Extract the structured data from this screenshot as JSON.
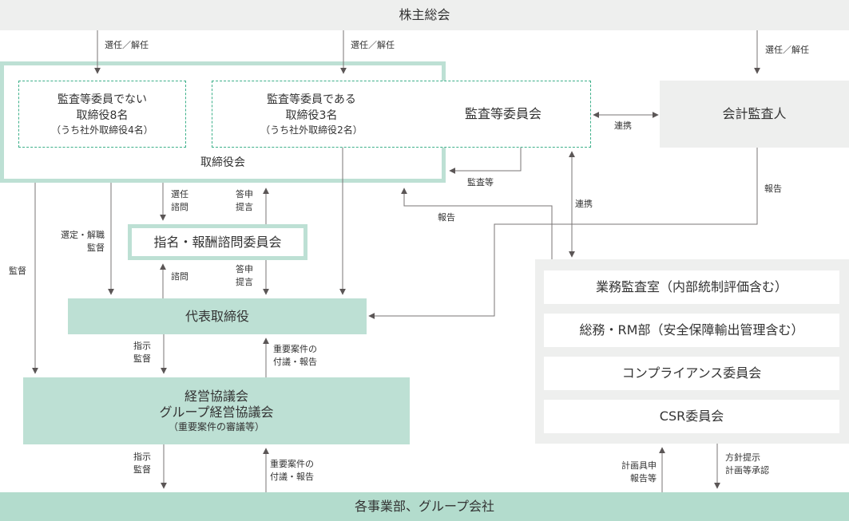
{
  "title": "株主総会",
  "bottom": "各事業部、グループ会社",
  "board": {
    "label": "取締役会",
    "non_audit": [
      "監査等委員でない",
      "取締役8名",
      "（うち社外取締役4名）"
    ],
    "audit": [
      "監査等委員である",
      "取締役3名",
      "（うち社外取締役2名）"
    ],
    "audit_committee": "監査等委員会"
  },
  "auditor": "会計監査人",
  "nomination": "指名・報酬諮問委員会",
  "ceo": "代表取締役",
  "council": [
    "経営協議会",
    "グループ経営協議会",
    "（重要案件の審議等）"
  ],
  "right_panel": [
    "業務監査室（内部統制評価含む）",
    "総務・RM部（安全保障輸出管理含む）",
    "コンプライアンス委員会",
    "CSR委員会"
  ],
  "labels": {
    "elect1": "選任／解任",
    "elect2": "選任／解任",
    "elect3": "選任／解任",
    "renkei1": "連携",
    "renkei2": "連携",
    "kansa_to": "監査等",
    "houkoku1": "報告",
    "houkoku2": "報告",
    "kantoku": "監督",
    "sentei": [
      "選定・解職",
      "監督"
    ],
    "senin_shimon": [
      "選任",
      "諮問"
    ],
    "toushin1": [
      "答申",
      "提言"
    ],
    "shimon": "諮問",
    "toushin2": [
      "答申",
      "提言"
    ],
    "shiji1": [
      "指示",
      "監督"
    ],
    "juyo1": [
      "重要案件の",
      "付議・報告"
    ],
    "shiji2": [
      "指示",
      "監督"
    ],
    "juyo2": [
      "重要案件の",
      "付議・報告"
    ],
    "keikaku": [
      "計画具申",
      "報告等"
    ],
    "houshin": [
      "方針提示",
      "計画等承認"
    ]
  }
}
